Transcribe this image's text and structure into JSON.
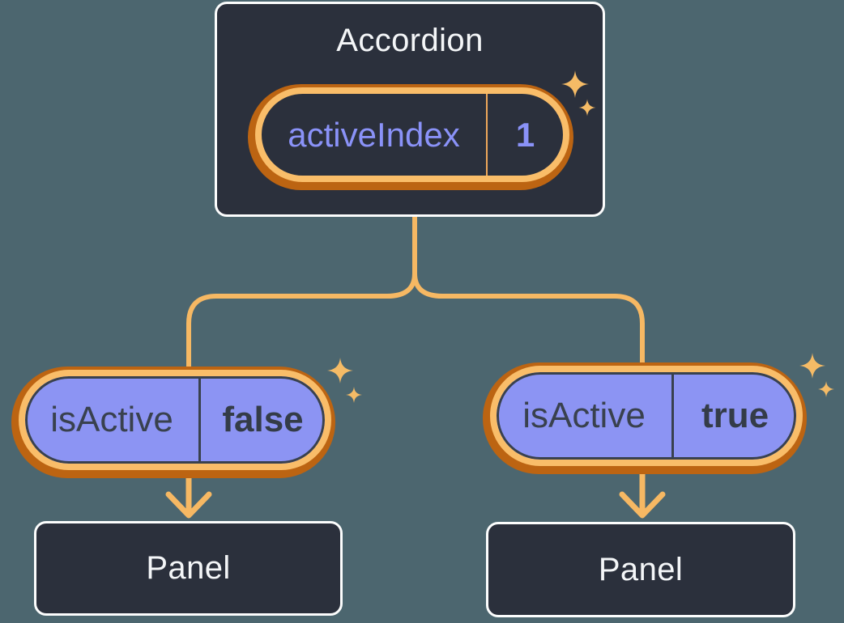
{
  "diagram": {
    "root": {
      "title": "Accordion",
      "state": {
        "name": "activeIndex",
        "value": "1"
      }
    },
    "children": [
      {
        "prop": {
          "name": "isActive",
          "value": "false"
        },
        "panel": {
          "title": "Panel"
        }
      },
      {
        "prop": {
          "name": "isActive",
          "value": "true"
        },
        "panel": {
          "title": "Panel"
        }
      }
    ]
  },
  "icons": {
    "sparkle": "four-point-sparkle"
  },
  "colors": {
    "background": "#4c666f",
    "node_fill": "#2b303c",
    "node_border": "#fcfdfd",
    "node_text": "#f4f6f8",
    "pill_ring_inner": "#f9bd69",
    "pill_ring_outer": "#bc6412",
    "state_pill_text": "#8a92f8",
    "state_pill_divider": "#eda75a",
    "prop_pill_fill": "#8c94f3",
    "prop_pill_outline": "#39414e",
    "prop_pill_value_text": "#343c48",
    "connector": "#f6b863",
    "sparkle": "#f5bb66"
  }
}
